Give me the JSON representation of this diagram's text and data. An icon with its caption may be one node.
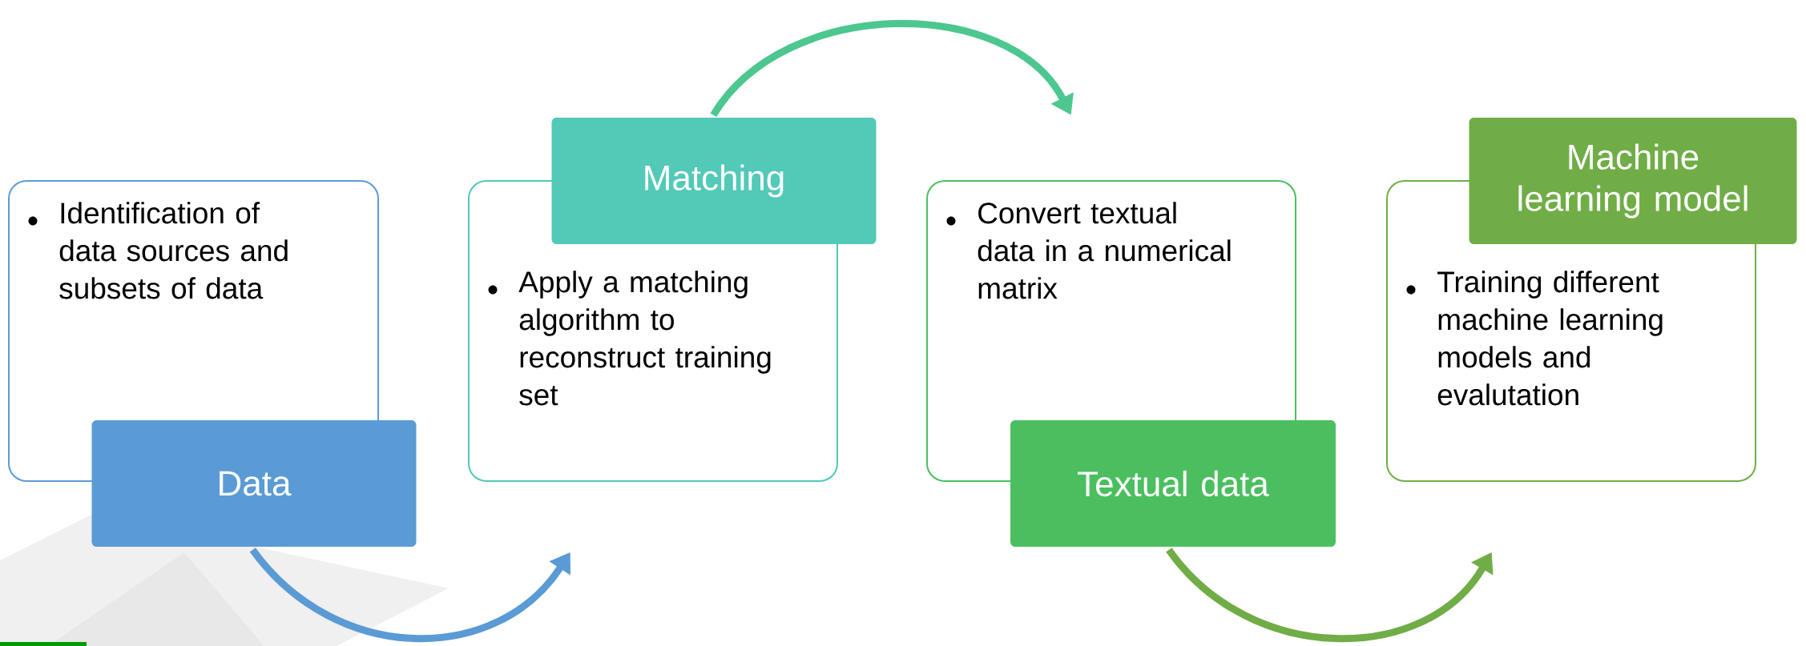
{
  "diagram": {
    "nodes": [
      {
        "text": [
          "Identification of data sources and subsets of data"
        ]
      },
      {
        "text": [
          "Data"
        ]
      },
      {
        "text": [
          "Apply a matching algorithm to reconstruct training set"
        ]
      },
      {
        "text": [
          "Matching"
        ]
      },
      {
        "text": [
          "Convert textual data in a numerical matrix"
        ]
      },
      {
        "text": [
          "Textual data"
        ]
      },
      {
        "text": [
          "Training different machine learning models and evalutation"
        ]
      },
      {
        "text": [
          "Machine learning model"
        ]
      }
    ],
    "edges": [
      {
        "from": 1,
        "to": 2,
        "arrow": "to",
        "color": "#5b9bd5"
      },
      {
        "from": 3,
        "to": 4,
        "arrow": "to",
        "color": "#4dc78f"
      },
      {
        "from": 5,
        "to": 6,
        "arrow": "to",
        "color": "#70ad47"
      }
    ]
  }
}
